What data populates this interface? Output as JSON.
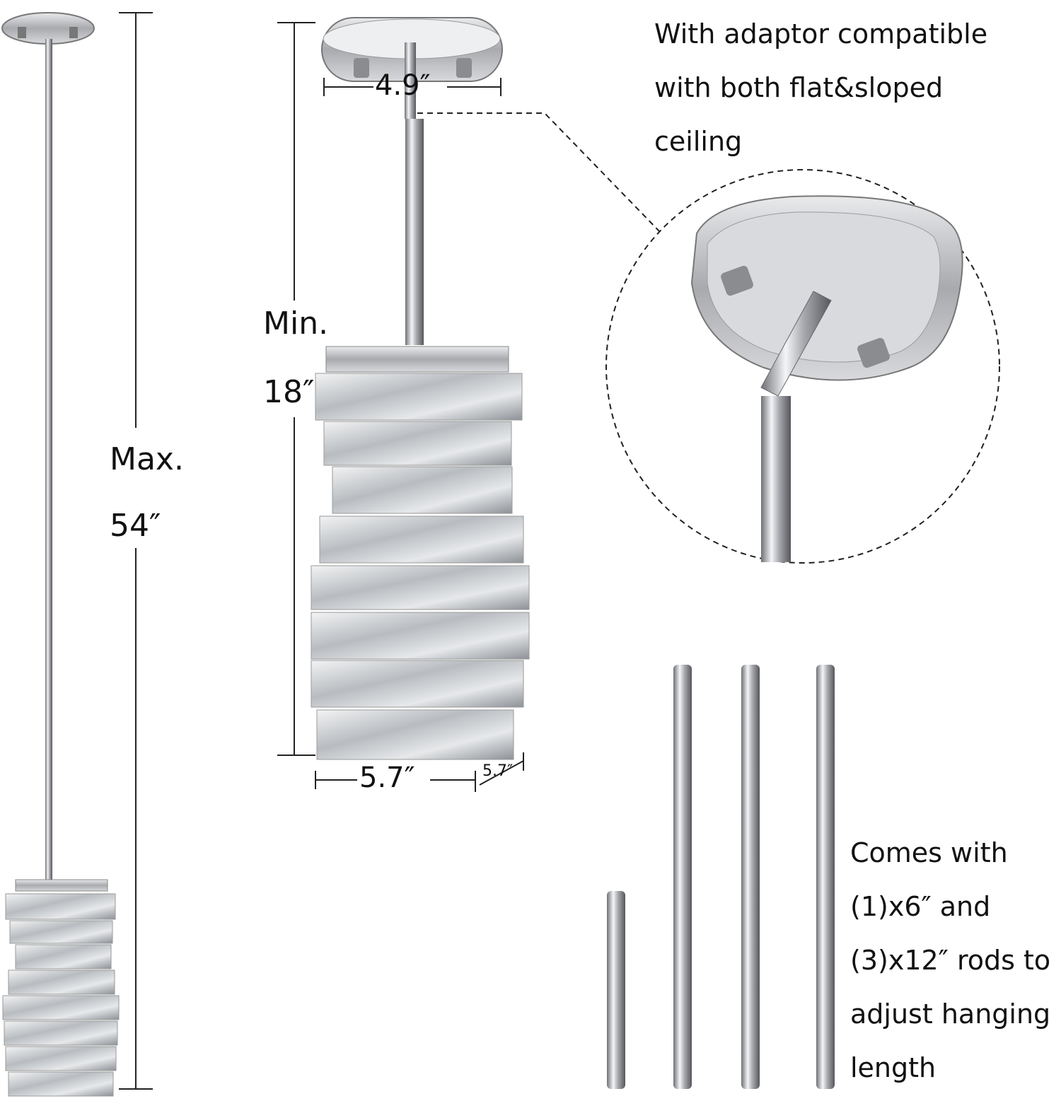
{
  "labels": {
    "max_label": "Max.",
    "max_value": "54″",
    "min_label": "Min.",
    "min_value": "18″",
    "canopy_width": "4.9″",
    "shade_width": "5.7″",
    "shade_depth": "5.7″"
  },
  "notes": {
    "adaptor": "With adaptor compatible\nwith both flat&sloped\nceiling",
    "rods": "Comes with\n(1)x6″ and\n(3)x12″ rods to\nadjust hanging\nlength"
  },
  "colors": {
    "chrome": "#c8c9cc",
    "chrome_dark": "#7c7e83",
    "crystal": "#d6d9dc",
    "line": "#222222"
  }
}
